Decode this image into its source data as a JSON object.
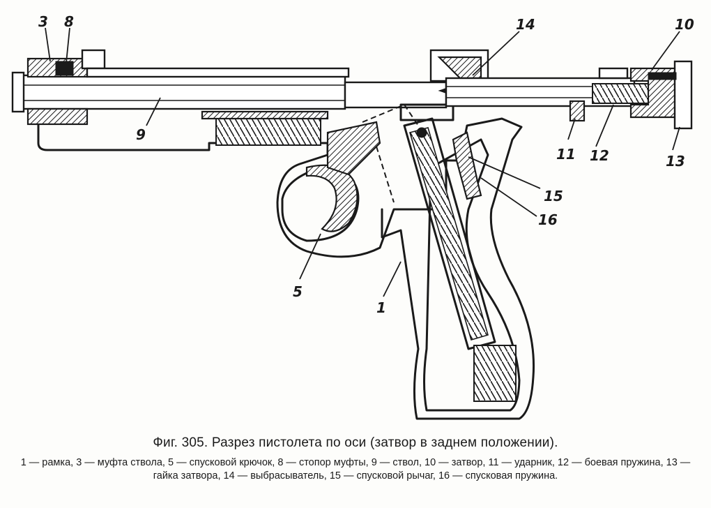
{
  "figure": {
    "caption": "Фиг. 305. Разрез пистолета по оси (затвор в заднем положении).",
    "legend": "1 — рамка, 3 — муфта ствола, 5 — спусковой крючок, 8 — стопор муфты, 9 — ствол, 10 — затвор, 11 — ударник, 12 — боевая пружина, 13 — гайка затвора, 14 — выбрасыватель, 15 — спусковой рычаг, 16 — спусковая пружина."
  },
  "callouts": {
    "c3": "3",
    "c8": "8",
    "c14": "14",
    "c10": "10",
    "c9": "9",
    "c11": "11",
    "c12": "12",
    "c13": "13",
    "c15": "15",
    "c16": "16",
    "c5": "5",
    "c1": "1"
  }
}
